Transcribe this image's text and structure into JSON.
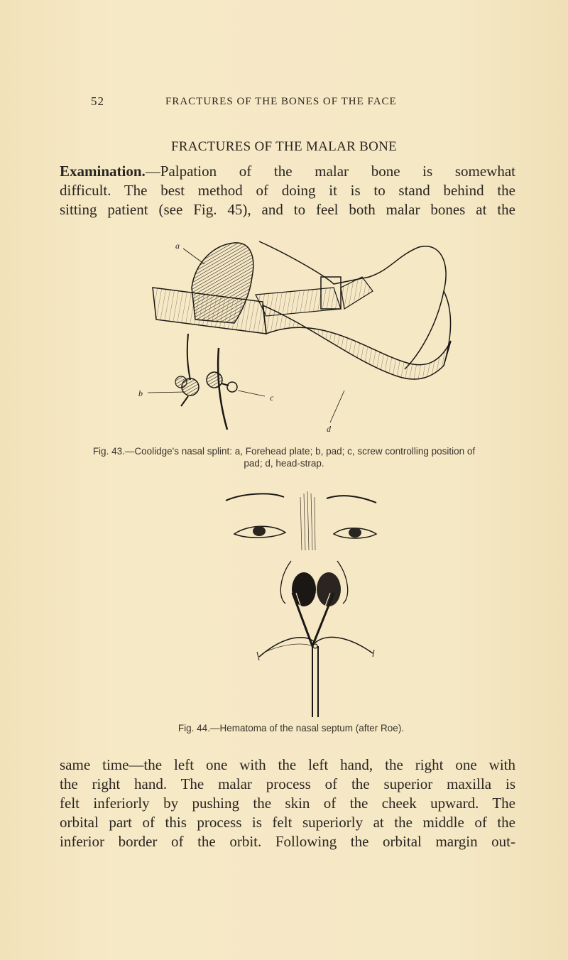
{
  "running_head": {
    "page_number": "52",
    "title": "FRACTURES OF THE BONES OF THE FACE"
  },
  "section": {
    "title": "FRACTURES OF THE MALAR BONE"
  },
  "paragraph_1": {
    "run_in_heading": "Examination.",
    "lines": [
      "—Palpation of the malar bone is somewhat",
      "difficult. The best method of doing it is to stand behind the",
      "sitting patient (see Fig. 45), and to feel both malar bones at the"
    ]
  },
  "figure_43": {
    "labels": [
      "a",
      "b",
      "c",
      "d"
    ],
    "caption_line_1": "Fig. 43.—Coolidge's nasal splint: a, Forehead plate; b, pad; c, screw controlling position of",
    "caption_line_2": "pad; d, head-strap.",
    "legend": {
      "a": "Forehead plate",
      "b": "pad",
      "c": "screw controlling position of pad",
      "d": "head-strap"
    }
  },
  "figure_44": {
    "caption": "Fig. 44.—Hematoma of the nasal septum (after Roe)."
  },
  "paragraph_2": {
    "lines": [
      "same time—the left one with the left hand, the right one with",
      "the right hand. The malar process of the superior maxilla is",
      "felt inferiorly by pushing the skin of the cheek upward. The",
      "orbital part of this process is felt superiorly at the middle of the",
      "inferior border of the orbit. Following the orbital margin out-"
    ]
  },
  "colors": {
    "paper": "#f4e6c0",
    "ink": "#2a2520"
  }
}
